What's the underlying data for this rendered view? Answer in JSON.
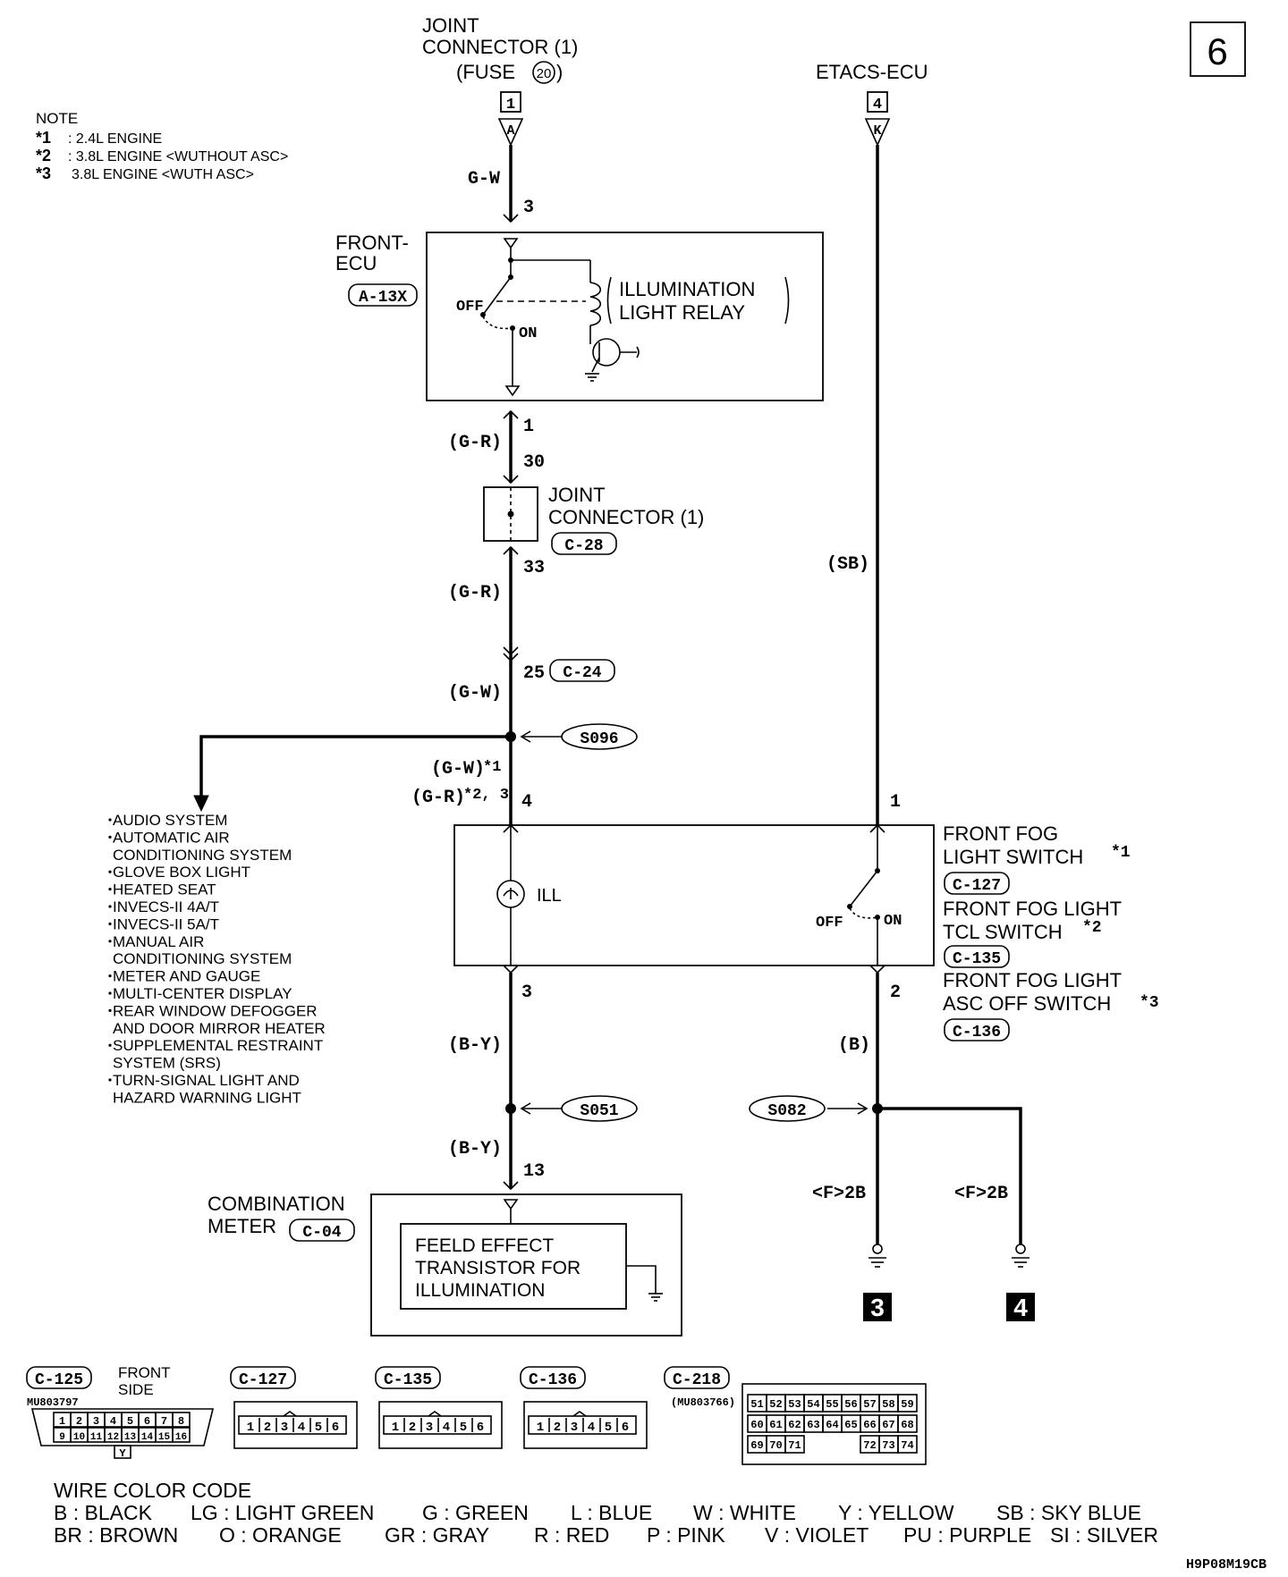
{
  "page_number": "6",
  "figure_code": "H9P08M19CB",
  "note": {
    "title": "NOTE",
    "items": [
      {
        "mark": "*1",
        "text": ": 2.4L ENGINE"
      },
      {
        "mark": "*2",
        "text": ": 3.8L ENGINE <WUTHOUT ASC>"
      },
      {
        "mark": "*3",
        "text": "3.8L ENGINE <WUTH ASC>"
      }
    ]
  },
  "top_left_source": {
    "line1": "JOINT",
    "line2": "CONNECTOR (1)",
    "line3": "(FUSE",
    "fuse_number": "20",
    "line3_end": ")",
    "box": "1",
    "terminal": "A"
  },
  "top_right_source": {
    "label": "ETACS-ECU",
    "box": "4",
    "terminal": "K"
  },
  "front_ecu": {
    "label1": "FRONT-",
    "label2": "ECU",
    "connector": "A-13X",
    "relay_label1": "ILLUMINATION",
    "relay_label2": "LIGHT RELAY",
    "off": "OFF",
    "on": "ON"
  },
  "joint_connector": {
    "label1": "JOINT",
    "label2": "CONNECTOR (1)",
    "connector": "C-28"
  },
  "left_wire": {
    "color_top": "G-W",
    "pin_ecu_in": "3",
    "pin_ecu_out": "1",
    "color_gr1": "(G-R)",
    "pin_jc_in": "30",
    "pin_jc_out": "33",
    "color_gr2": "(G-R)",
    "pin_c24": "25",
    "conn_c24": "C-24",
    "color_gw": "(G-W)",
    "splice_1": "S096",
    "gw_star": "(G-W)",
    "gw_star_mark": "*1",
    "gr_star": "(G-R)",
    "gr_star_mark": "*2, 3",
    "pin_sw_in": "4",
    "pin_sw_out": "3",
    "color_by1": "(B-Y)",
    "splice_2": "S051",
    "color_by2": "(B-Y)",
    "pin_meter": "13"
  },
  "right_wire": {
    "color_sb": "(SB)",
    "pin_sw_in": "1",
    "pin_sw_out": "2",
    "color_b": "(B)",
    "splice": "S082",
    "ground_ref_a": "<F>2B",
    "ground_ref_b": "<F>2B",
    "ground_a": "3",
    "ground_b": "4"
  },
  "switch_box": {
    "ill": "ILL",
    "off": "OFF",
    "on": "ON",
    "names": [
      {
        "line1": "FRONT FOG",
        "line2": "LIGHT SWITCH",
        "mark": "*1",
        "connector": "C-127"
      },
      {
        "line1": "FRONT FOG LIGHT",
        "line2": "TCL SWITCH",
        "mark": "*2",
        "connector": "C-135"
      },
      {
        "line1": "FRONT FOG LIGHT",
        "line2": "ASC OFF SWITCH",
        "mark": "*3",
        "connector": "C-136"
      }
    ]
  },
  "branch_systems": [
    "AUDIO SYSTEM",
    "AUTOMATIC AIR",
    "CONDITIONING SYSTEM",
    "GLOVE BOX LIGHT",
    "HEATED SEAT",
    "INVECS-II 4A/T",
    "INVECS-II 5A/T",
    "MANUAL AIR",
    "CONDITIONING SYSTEM",
    "METER AND GAUGE",
    "MULTI-CENTER DISPLAY",
    "REAR WINDOW DEFOGGER",
    "AND DOOR MIRROR HEATER",
    "SUPPLEMENTAL RESTRAINT",
    "SYSTEM (SRS)",
    "TURN-SIGNAL LIGHT AND",
    "HAZARD WARNING LIGHT"
  ],
  "combination_meter": {
    "label1": "COMBINATION",
    "label2": "METER",
    "connector": "C-04",
    "inner1": "FEELD EFFECT",
    "inner2": "TRANSISTOR FOR",
    "inner3": "ILLUMINATION"
  },
  "connectors": {
    "c125": {
      "id": "C-125",
      "side1": "FRONT",
      "side2": "SIDE",
      "part": "MU803797",
      "row1": [
        "1",
        "2",
        "3",
        "4",
        "5",
        "6",
        "7",
        "8"
      ],
      "row2": [
        "9",
        "10",
        "11",
        "12",
        "13",
        "14",
        "15",
        "16"
      ],
      "key": "Y"
    },
    "c127": {
      "id": "C-127",
      "pins": [
        "1",
        "2",
        "3",
        "4",
        "5",
        "6"
      ]
    },
    "c135": {
      "id": "C-135",
      "pins": [
        "1",
        "2",
        "3",
        "4",
        "5",
        "6"
      ]
    },
    "c136": {
      "id": "C-136",
      "pins": [
        "1",
        "2",
        "3",
        "4",
        "5",
        "6"
      ]
    },
    "c218": {
      "id": "C-218",
      "part": "(MU803766)",
      "row1": [
        "51",
        "52",
        "53",
        "54",
        "55",
        "56",
        "57",
        "58",
        "59"
      ],
      "row2": [
        "60",
        "61",
        "62",
        "63",
        "64",
        "65",
        "66",
        "67",
        "68"
      ],
      "row3a": [
        "69",
        "70",
        "71"
      ],
      "row3b": [
        "72",
        "73",
        "74"
      ]
    }
  },
  "wire_color_code": {
    "title": "WIRE COLOR CODE",
    "row1": [
      "B : BLACK",
      "LG : LIGHT GREEN",
      "G : GREEN",
      "L : BLUE",
      "W : WHITE",
      "Y : YELLOW",
      "SB : SKY BLUE"
    ],
    "row2": [
      "BR : BROWN",
      "O : ORANGE",
      "GR : GRAY",
      "R : RED",
      "P : PINK",
      "V : VIOLET",
      "PU : PURPLE",
      "SI : SILVER"
    ]
  }
}
